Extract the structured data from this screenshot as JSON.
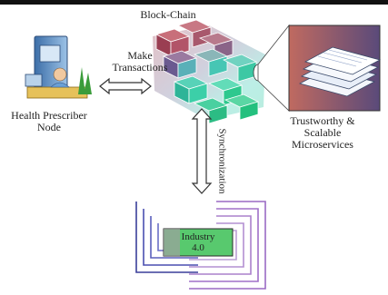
{
  "labels": {
    "blockchain": "Block-Chain",
    "make_transactions_line1": "Make",
    "make_transactions_line2": "Transactions",
    "health_line1": "Health Prescriber",
    "health_line2": "Node",
    "micro_line1": "Trustworthy &",
    "micro_line2": "Scalable",
    "micro_line3": "Microservices",
    "synchronization": "Synchronization",
    "industry_line1": "Industry",
    "industry_line2": "4.0"
  },
  "colors": {
    "block_top": "#b24c5c",
    "block_mid": "#8c6a8a",
    "block_bottom": "#3ad6c4",
    "block_green": "#2ccf8a",
    "arrow_stroke": "#333333",
    "industry_lines": "#4a4fb0",
    "industry_lines_purple": "#a070c8",
    "industry_box": "#58c96e",
    "server_blue": "#5a88b8",
    "tree_green": "#3a9c3a"
  }
}
